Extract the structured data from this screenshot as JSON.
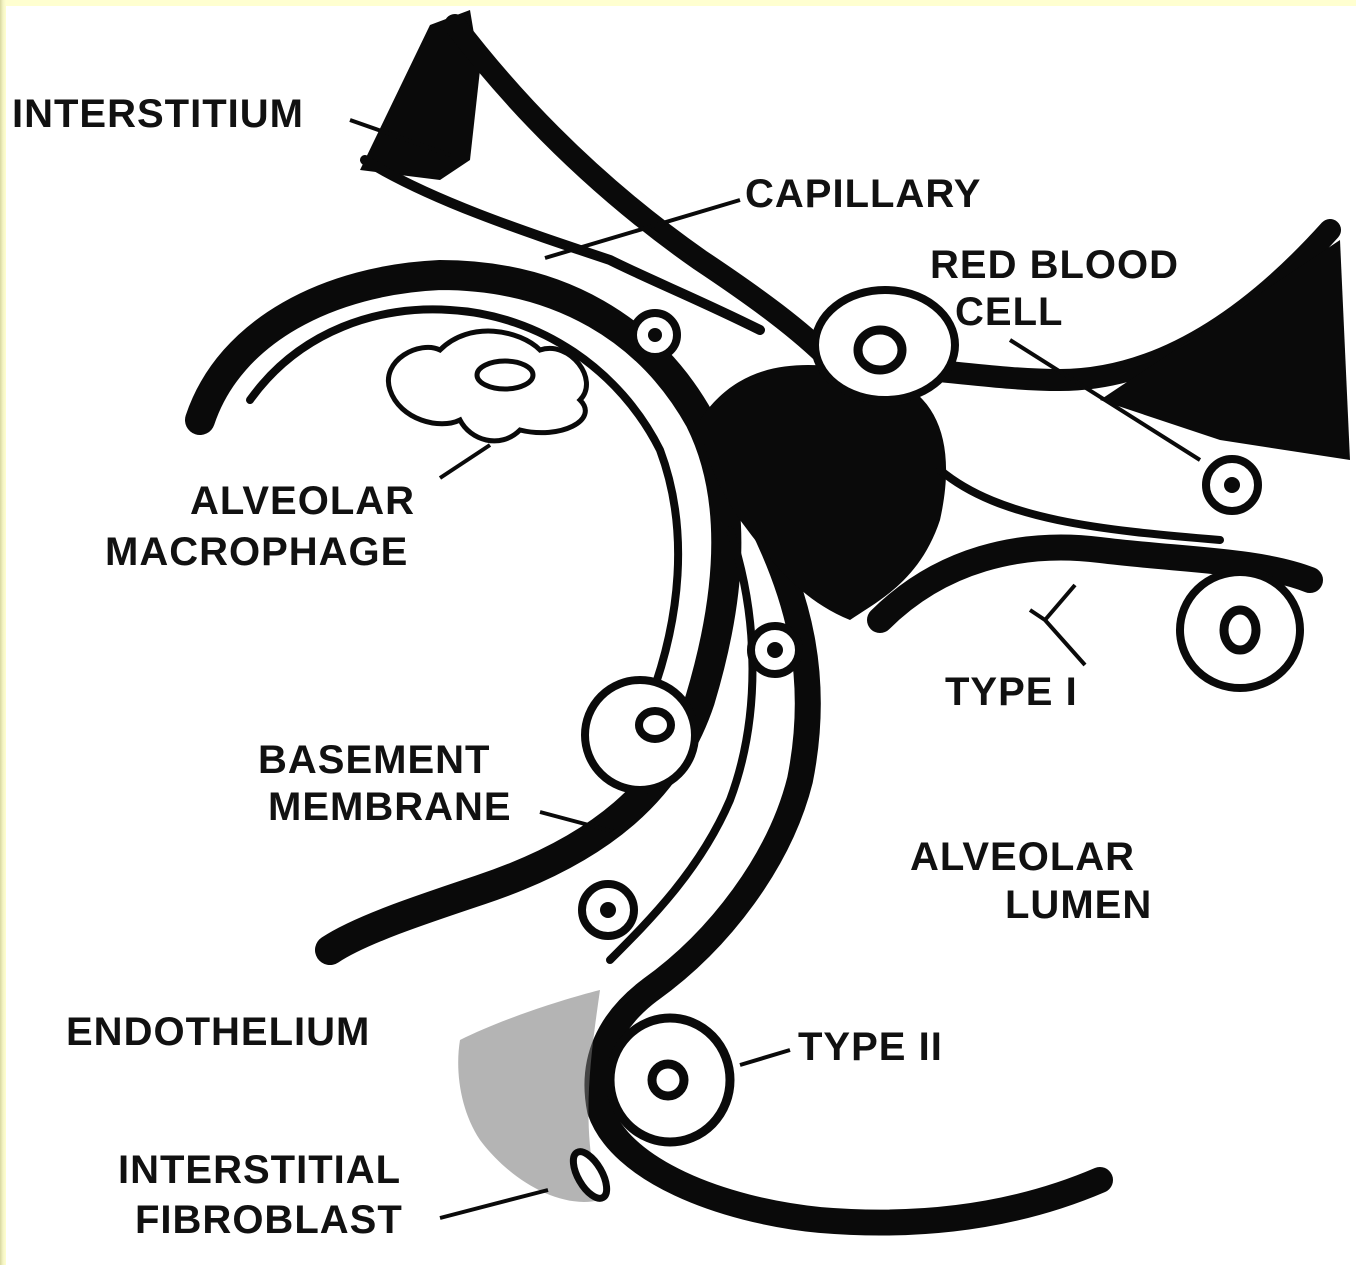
{
  "labels": {
    "interstitium": "INTERSTITIUM",
    "capillary": "CAPILLARY",
    "red_blood_cell_1": "RED BLOOD",
    "red_blood_cell_2": "CELL",
    "alveolar_macrophage_1": "ALVEOLAR",
    "alveolar_macrophage_2": "MACROPHAGE",
    "type_i": "TYPE I",
    "basement_membrane_1": "BASEMENT",
    "basement_membrane_2": "MEMBRANE",
    "alveolar_lumen_1": "ALVEOLAR",
    "alveolar_lumen_2": "LUMEN",
    "endothelium": "ENDOTHELIUM",
    "type_ii": "TYPE II",
    "interstitial_fibroblast_1": "INTERSTITIAL",
    "interstitial_fibroblast_2": "FIBROBLAST"
  },
  "colors": {
    "frame": "#ffffcc",
    "background": "#ffffff",
    "ink": "#0a0a0a"
  }
}
